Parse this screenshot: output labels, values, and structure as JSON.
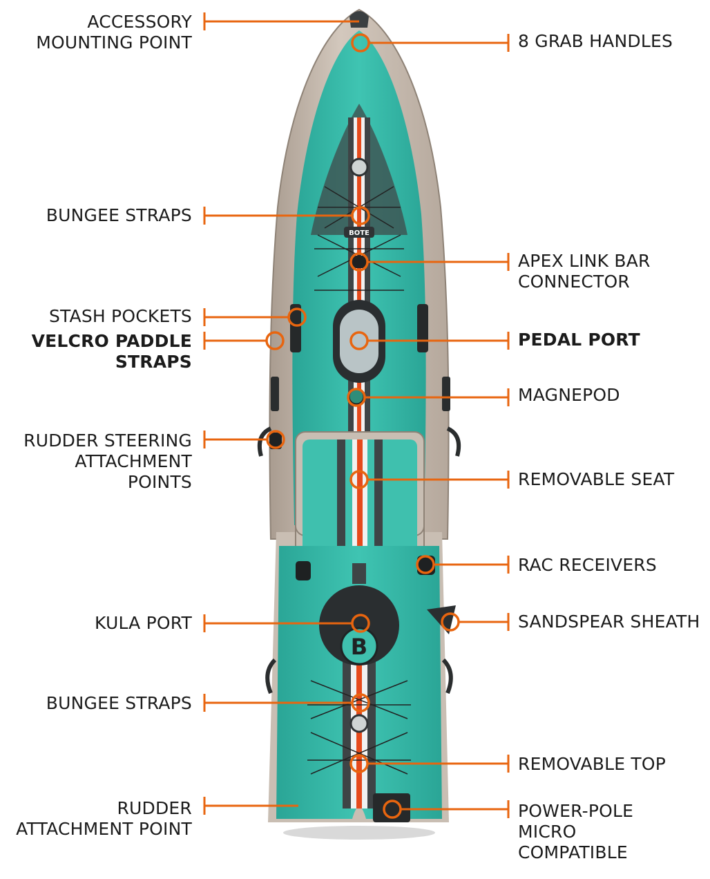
{
  "accent_color": "#e8650f",
  "kayak_colors": {
    "teal": "#34b8a6",
    "rail": "#c7bcb2",
    "stripe_dark": "#3e4446",
    "stripe_orange": "#e64a1c"
  },
  "brand_marks": [
    "BOTE",
    "B"
  ],
  "labels": {
    "accessory_mounting_point": [
      "ACCESSORY",
      "MOUNTING POINT"
    ],
    "grab_handles": [
      "8 GRAB HANDLES"
    ],
    "bungee_straps_front": [
      "BUNGEE STRAPS"
    ],
    "apex_link_bar_connector": [
      "APEX LINK BAR",
      "CONNECTOR"
    ],
    "stash_pockets": [
      "STASH POCKETS"
    ],
    "velcro_paddle_straps": [
      "VELCRO PADDLE",
      "STRAPS"
    ],
    "pedal_port": [
      "PEDAL PORT"
    ],
    "magnepod": [
      "MAGNEPOD"
    ],
    "rudder_steering_attachment_points": [
      "RUDDER STEERING",
      "ATTACHMENT",
      "POINTS"
    ],
    "removable_seat": [
      "REMOVABLE SEAT"
    ],
    "rac_receivers": [
      "RAC RECEIVERS"
    ],
    "sandspear_sheath": [
      "SANDSPEAR SHEATH"
    ],
    "kula_port": [
      "KULA PORT"
    ],
    "bungee_straps_rear": [
      "BUNGEE STRAPS"
    ],
    "removable_top": [
      "REMOVABLE TOP"
    ],
    "rudder_attachment_point": [
      "RUDDER",
      "ATTACHMENT POINT"
    ],
    "power_pole_micro_compatible": [
      "POWER-POLE",
      "MICRO",
      "COMPATIBLE"
    ]
  }
}
